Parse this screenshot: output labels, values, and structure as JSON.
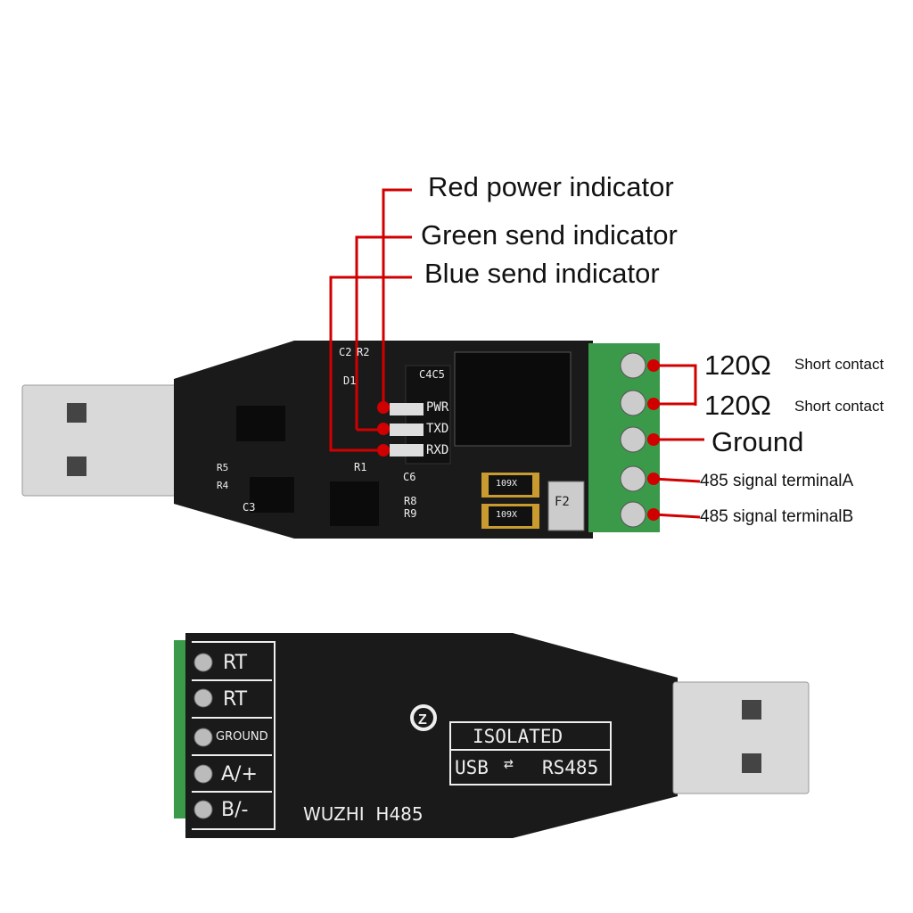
{
  "callouts": {
    "red_power": "Red power indicator",
    "green_send": "Green send indicator",
    "blue_send": "Blue send indicator",
    "rt1_value": "120Ω",
    "rt1_note": "Short contact",
    "rt2_value": "120Ω",
    "rt2_note": "Short contact",
    "ground": "Ground",
    "terminal_a": "485 signal terminalA",
    "terminal_b": "485 signal terminalB"
  },
  "top_board": {
    "leds": [
      "PWR",
      "TXD",
      "RXD"
    ],
    "silkscreen": [
      "C2",
      "R2",
      "D1",
      "C4C5",
      "R1",
      "C6",
      "R5",
      "R4",
      "C3",
      "R8",
      "R9",
      "F2",
      "109X",
      "109X"
    ]
  },
  "bottom_board": {
    "terminals": [
      "RT",
      "RT",
      "GROUND",
      "A/+",
      "B/-"
    ],
    "isolated": "ISOLATED",
    "usb_label": "USB",
    "rs485_label": "RS485",
    "model": "WUZHI  H485"
  },
  "colors": {
    "callout_line": "#d10000",
    "pcb": "#1a1a1a",
    "terminal": "#3a9a4a",
    "silk": "#eeeeee"
  }
}
